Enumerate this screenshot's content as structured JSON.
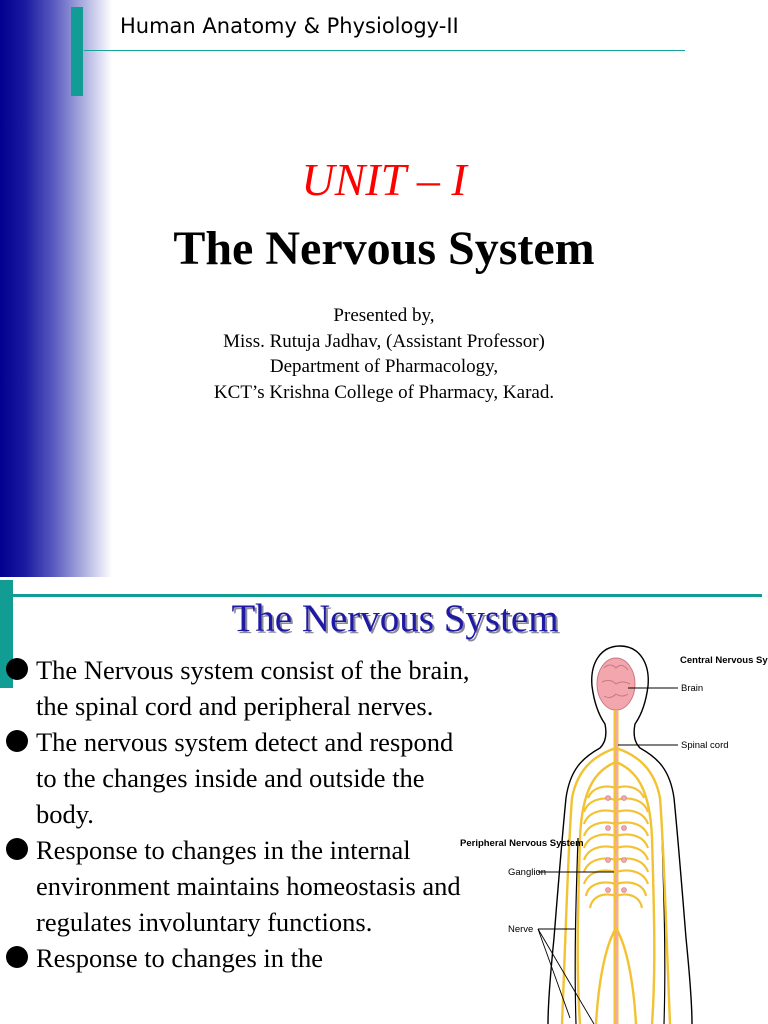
{
  "slide1": {
    "header_title": "Human Anatomy & Physiology-II",
    "unit": "UNIT – I",
    "title": "The Nervous System",
    "presenter_lines": [
      "Presented by,",
      "Miss. Rutuja Jadhav, (Assistant Professor)",
      "Department of Pharmacology,",
      "KCT’s Krishna College of Pharmacy, Karad."
    ],
    "colors": {
      "unit_red": "#ff0000",
      "teal": "#119c94",
      "gradient_blue": "#02008f"
    }
  },
  "slide2": {
    "title": "The Nervous System",
    "bullets": [
      "The Nervous system consist of the brain, the spinal cord and peripheral nerves.",
      "The nervous system detect and respond to the changes inside and outside the body.",
      "Response to changes in the internal environment maintains homeostasis and regulates involuntary functions.",
      "Response to changes in the"
    ],
    "figure": {
      "labels": {
        "cns": "Central Nervous System",
        "brain": "Brain",
        "spinal_cord": "Spinal cord",
        "pns": "Peripheral Nervous System",
        "ganglion": "Ganglion",
        "nerve": "Nerve"
      }
    },
    "colors": {
      "title_blue": "#1f1aa5",
      "nerve_yellow": "#f2c233",
      "brain_pink": "#f2a6ae"
    }
  }
}
